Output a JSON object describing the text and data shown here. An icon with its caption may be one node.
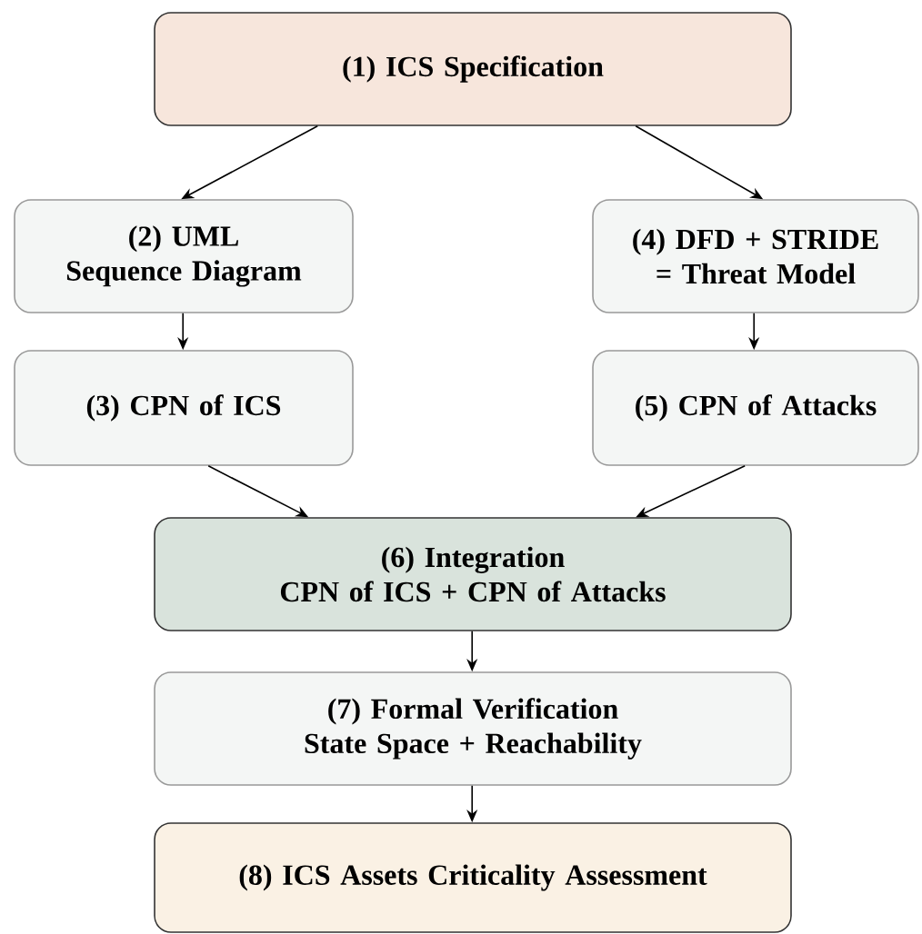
{
  "diagram": {
    "nodes": [
      {
        "text": [
          "(1) ICS Specification"
        ]
      },
      {
        "text": [
          "(2) UML Sequence Diagram"
        ]
      },
      {
        "text": [
          "(3) CPN of  ICS"
        ]
      },
      {
        "text": [
          "(4) DFD + STRIDE = Threat Model"
        ]
      },
      {
        "text": [
          "(5) CPN of Attacks"
        ]
      },
      {
        "text": [
          "(6) Integration",
          "CPN of ICS + CPN of Attacks"
        ]
      },
      {
        "text": [
          "(7) Formal Verification",
          "State Space + Reachability"
        ]
      },
      {
        "text": [
          "(8) ICS Assets Criticality Assessment"
        ]
      }
    ],
    "edges": [
      {
        "from": 0,
        "to": 1,
        "arrow": "to"
      },
      {
        "from": 0,
        "to": 3,
        "arrow": "to"
      },
      {
        "from": 1,
        "to": 2,
        "arrow": "to"
      },
      {
        "from": 3,
        "to": 4,
        "arrow": "to"
      },
      {
        "from": 2,
        "to": 5,
        "arrow": "to"
      },
      {
        "from": 4,
        "to": 5,
        "arrow": "to"
      },
      {
        "from": 5,
        "to": 6,
        "arrow": "to"
      },
      {
        "from": 6,
        "to": 7,
        "arrow": "to"
      }
    ]
  }
}
